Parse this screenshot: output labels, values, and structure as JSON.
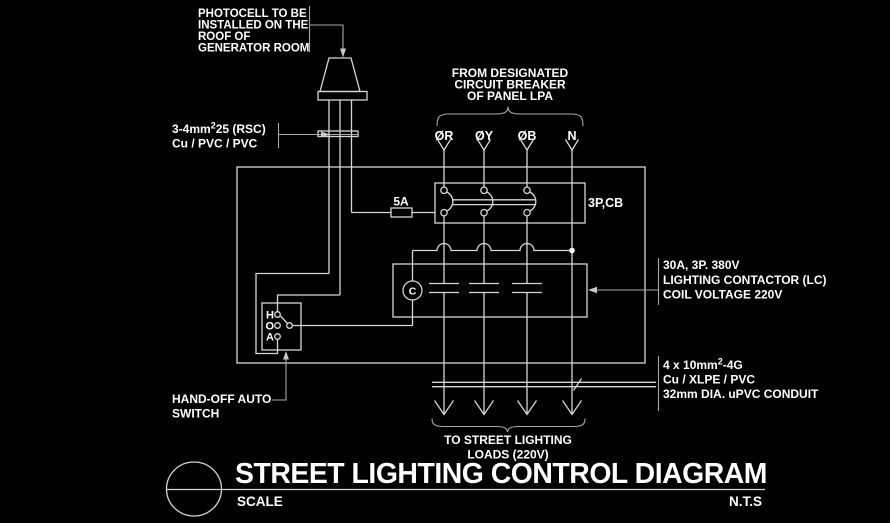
{
  "drawing": {
    "title_block": {
      "title": "STREET LIGHTING CONTROL DIAGRAM",
      "scale_label": "SCALE",
      "scale_value": "N.T.S"
    },
    "photocell_note": {
      "line1": "PHOTOCELL TO BE",
      "line2": "INSTALLED ON THE",
      "line3": "ROOF OF",
      "line4": "GENERATOR ROOM"
    },
    "riser_cable": {
      "part1": "3-4mm",
      "sup": "2",
      "part2": "25 (RSC)",
      "line2": "Cu / PVC / PVC"
    },
    "panel_feed": {
      "line1": "FROM DESIGNATED",
      "line2": "CIRCUIT BREAKER",
      "line3": "OF PANEL LPA"
    },
    "phases": [
      "ØR",
      "ØY",
      "ØB",
      "N"
    ],
    "fuse_rating": "5A",
    "breaker_label": "3P,CB",
    "coil_letter": "C",
    "contactor_note": {
      "line1": "30A, 3P. 380V",
      "line2": "LIGHTING CONTACTOR (LC)",
      "line3": "COIL VOLTAGE 220V"
    },
    "hoa_switch": {
      "pos_hand": "H",
      "pos_off": "O",
      "pos_auto": "A",
      "note_line1": "HAND-OFF AUTO",
      "note_line2": "SWITCH"
    },
    "load_cable": {
      "part1": "4 x 10mm",
      "sup": "2",
      "part2": "-4G",
      "line2": "Cu / XLPE / PVC",
      "line3": "32mm DIA. uPVC CONDUIT"
    },
    "load_note": {
      "line1": "TO STREET LIGHTING",
      "line2": "LOADS (220V)"
    },
    "colors": {
      "background": "#000000",
      "line": "#d6d6d6",
      "text": "#ffffff"
    }
  }
}
